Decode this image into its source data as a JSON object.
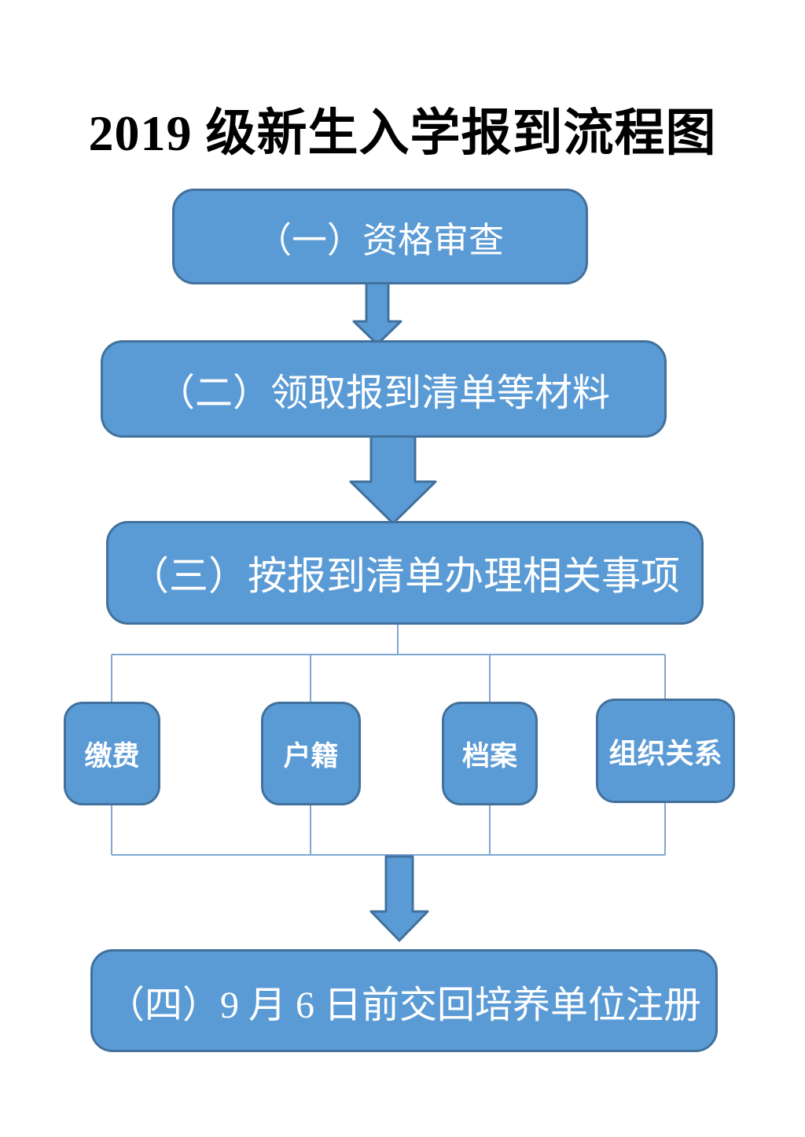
{
  "title": "2019 级新生入学报到流程图",
  "flow": {
    "step1": {
      "label": "（一）资格审查"
    },
    "step2": {
      "label": "（二）领取报到清单等材料"
    },
    "step3": {
      "label": "（三）按报到清单办理相关事项"
    },
    "branches": [
      {
        "label": "缴费"
      },
      {
        "label": "户籍"
      },
      {
        "label": "档案"
      },
      {
        "label": "组织关系"
      }
    ],
    "step4": {
      "label": "（四）9 月 6 日前交回培养单位注册"
    }
  },
  "colors": {
    "box_fill": "#5b9bd5",
    "box_border": "#41719c",
    "connector_line": "#7fa8d4",
    "box_text": "#ffffff",
    "title_text": "#000000",
    "background": "#ffffff"
  }
}
